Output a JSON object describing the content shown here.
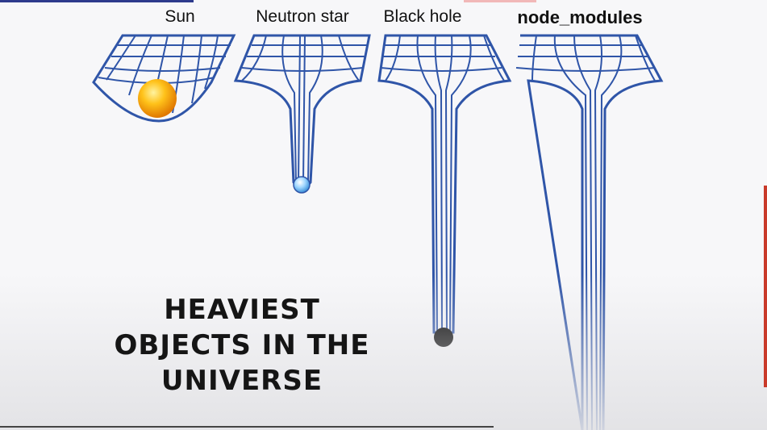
{
  "labels": {
    "sun": "Sun",
    "neutron_star": "Neutron star",
    "black_hole": "Black hole",
    "node_modules": "node_modules"
  },
  "caption": {
    "line1": "HEAVIEST",
    "line2": "OBJECTS IN THE",
    "line3": "UNIVERSE"
  },
  "colors": {
    "grid_line": "#2f55a8",
    "sun_fill": "#f6a600",
    "neutron_fill": "#5fb4f0",
    "black_hole_fill": "#000000"
  }
}
